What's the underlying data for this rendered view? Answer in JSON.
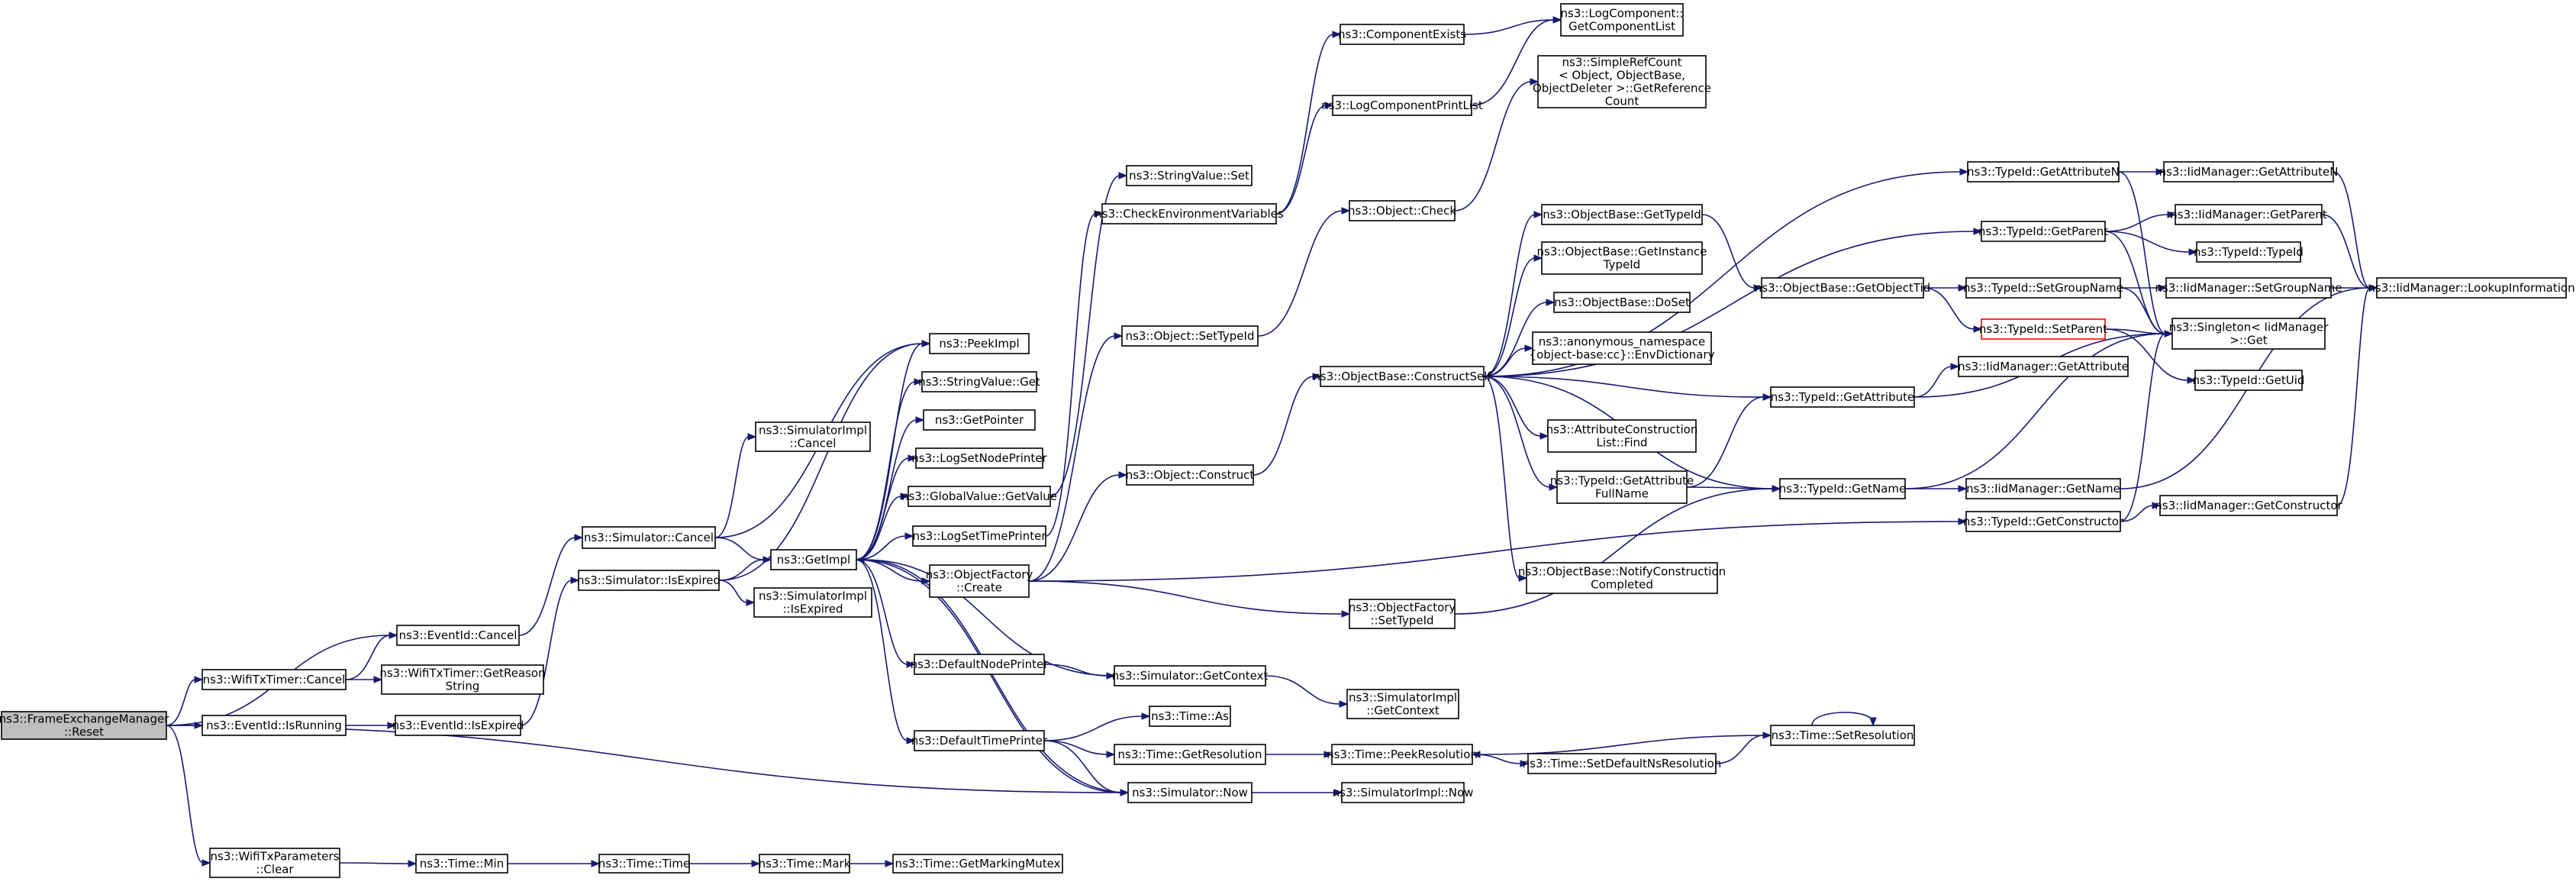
{
  "diagram": {
    "nodes": [
      {
        "id": "root",
        "lines": [
          "ns3::FrameExchangeManager",
          "::Reset"
        ],
        "style": "root"
      },
      {
        "id": "wifiTxTimerCancel",
        "lines": [
          "ns3::WifiTxTimer::Cancel"
        ]
      },
      {
        "id": "eventIdIsRunning",
        "lines": [
          "ns3::EventId::IsRunning"
        ]
      },
      {
        "id": "wifiTxParamsClear",
        "lines": [
          "ns3::WifiTxParameters",
          "::Clear"
        ]
      },
      {
        "id": "eventIdCancel",
        "lines": [
          "ns3::EventId::Cancel"
        ]
      },
      {
        "id": "getReasonString",
        "lines": [
          "ns3::WifiTxTimer::GetReason",
          "String"
        ]
      },
      {
        "id": "eventIdIsExpired",
        "lines": [
          "ns3::EventId::IsExpired"
        ]
      },
      {
        "id": "timeMin",
        "lines": [
          "ns3::Time::Min"
        ]
      },
      {
        "id": "timeTime",
        "lines": [
          "ns3::Time::Time"
        ]
      },
      {
        "id": "timeMark",
        "lines": [
          "ns3::Time::Mark"
        ]
      },
      {
        "id": "getMarkingMutex",
        "lines": [
          "ns3::Time::GetMarkingMutex"
        ]
      },
      {
        "id": "simCancel",
        "lines": [
          "ns3::Simulator::Cancel"
        ]
      },
      {
        "id": "simIsExpired",
        "lines": [
          "ns3::Simulator::IsExpired"
        ]
      },
      {
        "id": "simImplCancel",
        "lines": [
          "ns3::SimulatorImpl",
          "::Cancel"
        ]
      },
      {
        "id": "simImplIsExpired",
        "lines": [
          "ns3::SimulatorImpl",
          "::IsExpired"
        ]
      },
      {
        "id": "getImpl",
        "lines": [
          "ns3::GetImpl"
        ]
      },
      {
        "id": "peekImpl",
        "lines": [
          "ns3::PeekImpl"
        ]
      },
      {
        "id": "stringValueGet",
        "lines": [
          "ns3::StringValue::Get"
        ]
      },
      {
        "id": "getPointer",
        "lines": [
          "ns3::GetPointer"
        ]
      },
      {
        "id": "logSetNodePrinter",
        "lines": [
          "ns3::LogSetNodePrinter"
        ]
      },
      {
        "id": "globalValueGetValue",
        "lines": [
          "ns3::GlobalValue::GetValue"
        ]
      },
      {
        "id": "logSetTimePrinter",
        "lines": [
          "ns3::LogSetTimePrinter"
        ]
      },
      {
        "id": "objectFactoryCreate",
        "lines": [
          "ns3::ObjectFactory",
          "::Create"
        ]
      },
      {
        "id": "defaultNodePrinter",
        "lines": [
          "ns3::DefaultNodePrinter"
        ]
      },
      {
        "id": "defaultTimePrinter",
        "lines": [
          "ns3::DefaultTimePrinter"
        ]
      },
      {
        "id": "simNow",
        "lines": [
          "ns3::Simulator::Now"
        ]
      },
      {
        "id": "stringValueSet",
        "lines": [
          "ns3::StringValue::Set"
        ]
      },
      {
        "id": "checkEnvVars",
        "lines": [
          "ns3::CheckEnvironmentVariables"
        ]
      },
      {
        "id": "objectSetTypeId",
        "lines": [
          "ns3::Object::SetTypeId"
        ]
      },
      {
        "id": "objectConstruct",
        "lines": [
          "ns3::Object::Construct"
        ]
      },
      {
        "id": "objectFactorySetTypeId",
        "lines": [
          "ns3::ObjectFactory",
          "::SetTypeId"
        ]
      },
      {
        "id": "simGetContext",
        "lines": [
          "ns3::Simulator::GetContext"
        ]
      },
      {
        "id": "simImplGetContext",
        "lines": [
          "ns3::SimulatorImpl",
          "::GetContext"
        ]
      },
      {
        "id": "timeAs",
        "lines": [
          "ns3::Time::As"
        ]
      },
      {
        "id": "timeGetResolution",
        "lines": [
          "ns3::Time::GetResolution"
        ]
      },
      {
        "id": "simImplNow",
        "lines": [
          "ns3::SimulatorImpl::Now"
        ]
      },
      {
        "id": "componentExists",
        "lines": [
          "ns3::ComponentExists"
        ]
      },
      {
        "id": "logComponentPrintList",
        "lines": [
          "ns3::LogComponentPrintList"
        ]
      },
      {
        "id": "objectCheck",
        "lines": [
          "ns3::Object::Check"
        ]
      },
      {
        "id": "constructSelf",
        "lines": [
          "ns3::ObjectBase::ConstructSelf"
        ]
      },
      {
        "id": "timePeekResolution",
        "lines": [
          "ns3::Time::PeekResolution"
        ]
      },
      {
        "id": "getComponentList",
        "lines": [
          "ns3::LogComponent::",
          "GetComponentList"
        ]
      },
      {
        "id": "simpleRefCount",
        "lines": [
          "ns3::SimpleRefCount",
          "< Object, ObjectBase,",
          "ObjectDeleter >::GetReference",
          "Count"
        ]
      },
      {
        "id": "obGetTypeId",
        "lines": [
          "ns3::ObjectBase::GetTypeId"
        ]
      },
      {
        "id": "obGetInstanceTypeId",
        "lines": [
          "ns3::ObjectBase::GetInstance",
          "TypeId"
        ]
      },
      {
        "id": "obDoSet",
        "lines": [
          "ns3::ObjectBase::DoSet"
        ]
      },
      {
        "id": "envDictionary",
        "lines": [
          "ns3::anonymous_namespace",
          "{object-base:cc}::EnvDictionary"
        ]
      },
      {
        "id": "attrConstructionListFind",
        "lines": [
          "ns3::AttributeConstruction",
          "List::Find"
        ]
      },
      {
        "id": "typeIdGetAttributeFullName",
        "lines": [
          "ns3::TypeId::GetAttribute",
          "FullName"
        ]
      },
      {
        "id": "obNotifyConstructionCompleted",
        "lines": [
          "ns3::ObjectBase::NotifyConstruction",
          "Completed"
        ]
      },
      {
        "id": "timeSetDefaultNsResolution",
        "lines": [
          "ns3::Time::SetDefaultNsResolution"
        ]
      },
      {
        "id": "obGetObjectTid",
        "lines": [
          "ns3::ObjectBase::GetObjectTid"
        ]
      },
      {
        "id": "typeIdGetAttribute",
        "lines": [
          "ns3::TypeId::GetAttribute"
        ]
      },
      {
        "id": "typeIdGetName",
        "lines": [
          "ns3::TypeId::GetName"
        ]
      },
      {
        "id": "timeSetResolution",
        "lines": [
          "ns3::Time::SetResolution"
        ]
      },
      {
        "id": "typeIdGetAttributeN",
        "lines": [
          "ns3::TypeId::GetAttributeN"
        ]
      },
      {
        "id": "typeIdGetParent",
        "lines": [
          "ns3::TypeId::GetParent"
        ]
      },
      {
        "id": "typeIdSetGroupName",
        "lines": [
          "ns3::TypeId::SetGroupName"
        ]
      },
      {
        "id": "typeIdSetParent",
        "lines": [
          "ns3::TypeId::SetParent"
        ],
        "style": "red"
      },
      {
        "id": "iidGetAttribute",
        "lines": [
          "ns3::IidManager::GetAttribute"
        ]
      },
      {
        "id": "iidGetName",
        "lines": [
          "ns3::IidManager::GetName"
        ]
      },
      {
        "id": "typeIdGetConstructor",
        "lines": [
          "ns3::TypeId::GetConstructor"
        ]
      },
      {
        "id": "iidGetAttributeN",
        "lines": [
          "ns3::IidManager::GetAttributeN"
        ]
      },
      {
        "id": "iidGetParent",
        "lines": [
          "ns3::IidManager::GetParent"
        ]
      },
      {
        "id": "typeIdTypeId",
        "lines": [
          "ns3::TypeId::TypeId"
        ]
      },
      {
        "id": "iidSetGroupName",
        "lines": [
          "ns3::IidManager::SetGroupName"
        ]
      },
      {
        "id": "singletonGet",
        "lines": [
          "ns3::Singleton< IidManager",
          " >::Get"
        ]
      },
      {
        "id": "typeIdGetUid",
        "lines": [
          "ns3::TypeId::GetUid"
        ]
      },
      {
        "id": "iidGetConstructor",
        "lines": [
          "ns3::IidManager::GetConstructor"
        ]
      },
      {
        "id": "iidLookupInformation",
        "lines": [
          "ns3::IidManager::LookupInformation"
        ]
      }
    ],
    "edges": [
      [
        "root",
        "eventIdCancel"
      ],
      [
        "root",
        "wifiTxTimerCancel"
      ],
      [
        "root",
        "eventIdIsRunning"
      ],
      [
        "root",
        "simNow"
      ],
      [
        "root",
        "wifiTxParamsClear"
      ],
      [
        "wifiTxTimerCancel",
        "eventIdCancel"
      ],
      [
        "wifiTxTimerCancel",
        "getReasonString"
      ],
      [
        "eventIdIsRunning",
        "eventIdIsExpired"
      ],
      [
        "eventIdCancel",
        "simCancel"
      ],
      [
        "eventIdIsExpired",
        "simIsExpired"
      ],
      [
        "wifiTxParamsClear",
        "timeMin"
      ],
      [
        "timeMin",
        "timeTime"
      ],
      [
        "timeTime",
        "timeMark"
      ],
      [
        "timeMark",
        "getMarkingMutex"
      ],
      [
        "simCancel",
        "simImplCancel"
      ],
      [
        "simCancel",
        "getImpl"
      ],
      [
        "simCancel",
        "peekImpl"
      ],
      [
        "simIsExpired",
        "getImpl"
      ],
      [
        "simIsExpired",
        "simImplIsExpired"
      ],
      [
        "simIsExpired",
        "peekImpl"
      ],
      [
        "getImpl",
        "peekImpl"
      ],
      [
        "getImpl",
        "stringValueGet"
      ],
      [
        "getImpl",
        "getPointer"
      ],
      [
        "getImpl",
        "logSetNodePrinter"
      ],
      [
        "getImpl",
        "globalValueGetValue"
      ],
      [
        "getImpl",
        "logSetTimePrinter"
      ],
      [
        "getImpl",
        "objectFactoryCreate"
      ],
      [
        "getImpl",
        "defaultNodePrinter"
      ],
      [
        "getImpl",
        "defaultTimePrinter"
      ],
      [
        "getImpl",
        "simNow"
      ],
      [
        "globalValueGetValue",
        "stringValueSet"
      ],
      [
        "logSetTimePrinter",
        "checkEnvVars"
      ],
      [
        "objectFactoryCreate",
        "objectSetTypeId"
      ],
      [
        "objectFactoryCreate",
        "objectConstruct"
      ],
      [
        "objectFactoryCreate",
        "objectFactorySetTypeId"
      ],
      [
        "objectFactoryCreate",
        "typeIdGetConstructor"
      ],
      [
        "defaultNodePrinter",
        "simGetContext"
      ],
      [
        "simGetContext",
        "getImpl"
      ],
      [
        "simGetContext",
        "simImplGetContext"
      ],
      [
        "defaultTimePrinter",
        "timeAs"
      ],
      [
        "defaultTimePrinter",
        "timeGetResolution"
      ],
      [
        "defaultTimePrinter",
        "simNow"
      ],
      [
        "simNow",
        "getImpl"
      ],
      [
        "simNow",
        "simImplNow"
      ],
      [
        "checkEnvVars",
        "componentExists"
      ],
      [
        "checkEnvVars",
        "logComponentPrintList"
      ],
      [
        "componentExists",
        "getComponentList"
      ],
      [
        "logComponentPrintList",
        "getComponentList"
      ],
      [
        "objectSetTypeId",
        "objectCheck"
      ],
      [
        "objectCheck",
        "simpleRefCount"
      ],
      [
        "objectConstruct",
        "constructSelf"
      ],
      [
        "objectFactorySetTypeId",
        "typeIdGetName"
      ],
      [
        "timeGetResolution",
        "timePeekResolution"
      ],
      [
        "timePeekResolution",
        "timeSetDefaultNsResolution"
      ],
      [
        "timeSetDefaultNsResolution",
        "timeSetResolution"
      ],
      [
        "timeSetResolution",
        "timePeekResolution"
      ],
      [
        "timeSetResolution",
        "timeSetResolution"
      ],
      [
        "constructSelf",
        "obGetTypeId"
      ],
      [
        "constructSelf",
        "obGetInstanceTypeId"
      ],
      [
        "constructSelf",
        "obDoSet"
      ],
      [
        "constructSelf",
        "envDictionary"
      ],
      [
        "constructSelf",
        "attrConstructionListFind"
      ],
      [
        "constructSelf",
        "typeIdGetAttributeFullName"
      ],
      [
        "constructSelf",
        "obNotifyConstructionCompleted"
      ],
      [
        "constructSelf",
        "typeIdGetAttribute"
      ],
      [
        "constructSelf",
        "typeIdGetName"
      ],
      [
        "constructSelf",
        "typeIdGetAttributeN"
      ],
      [
        "constructSelf",
        "typeIdGetParent"
      ],
      [
        "obGetTypeId",
        "obGetObjectTid"
      ],
      [
        "obGetObjectTid",
        "typeIdSetGroupName"
      ],
      [
        "obGetObjectTid",
        "typeIdSetParent"
      ],
      [
        "typeIdGetAttributeFullName",
        "typeIdGetAttribute"
      ],
      [
        "typeIdGetAttributeFullName",
        "typeIdGetName"
      ],
      [
        "typeIdGetAttribute",
        "iidGetAttribute"
      ],
      [
        "typeIdGetAttribute",
        "singletonGet"
      ],
      [
        "typeIdGetName",
        "iidGetName"
      ],
      [
        "typeIdGetName",
        "singletonGet"
      ],
      [
        "typeIdGetAttributeN",
        "iidGetAttributeN"
      ],
      [
        "typeIdGetAttributeN",
        "singletonGet"
      ],
      [
        "typeIdGetParent",
        "iidGetParent"
      ],
      [
        "typeIdGetParent",
        "typeIdTypeId"
      ],
      [
        "typeIdGetParent",
        "singletonGet"
      ],
      [
        "typeIdSetGroupName",
        "iidSetGroupName"
      ],
      [
        "typeIdSetGroupName",
        "singletonGet"
      ],
      [
        "typeIdSetParent",
        "singletonGet"
      ],
      [
        "typeIdSetParent",
        "typeIdGetUid"
      ],
      [
        "typeIdGetConstructor",
        "iidGetConstructor"
      ],
      [
        "typeIdGetConstructor",
        "singletonGet"
      ],
      [
        "iidGetAttributeN",
        "iidLookupInformation"
      ],
      [
        "iidGetParent",
        "iidLookupInformation"
      ],
      [
        "iidSetGroupName",
        "iidLookupInformation"
      ],
      [
        "iidGetName",
        "iidLookupInformation"
      ],
      [
        "iidGetConstructor",
        "iidLookupInformation"
      ]
    ]
  }
}
